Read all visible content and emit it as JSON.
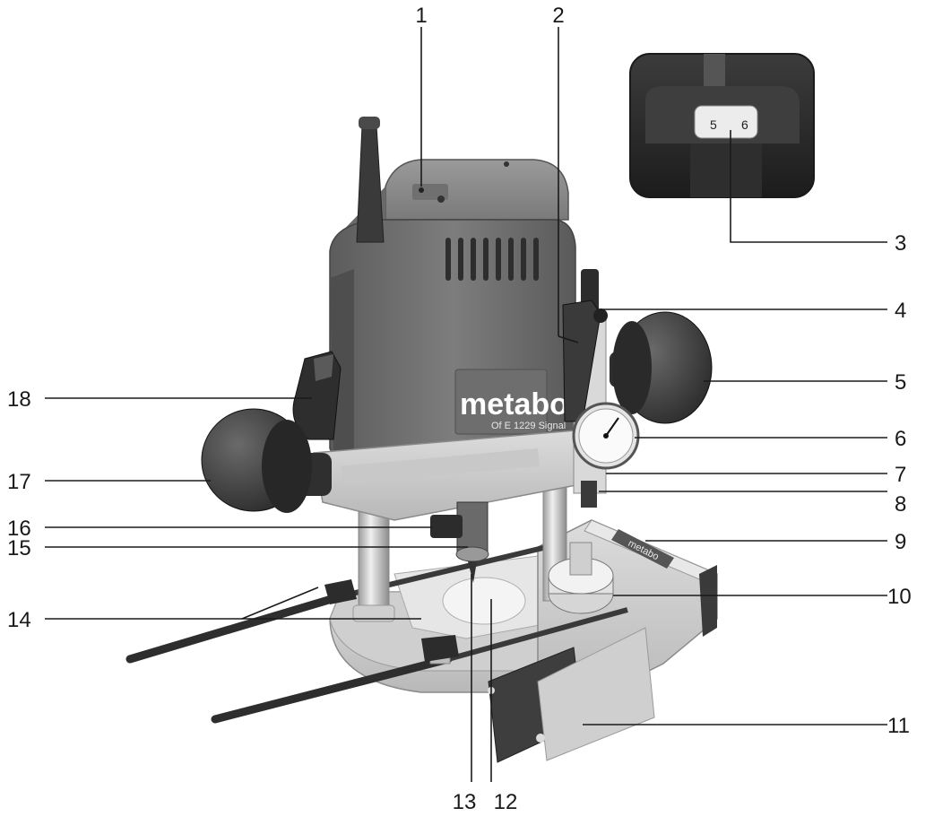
{
  "product": {
    "brand": "metabo",
    "model": "Of E 1229 Signal",
    "base_brand": "metabo"
  },
  "inset": {
    "dial_numbers": [
      "5",
      "6"
    ]
  },
  "callouts": [
    {
      "id": "1",
      "label": "1"
    },
    {
      "id": "2",
      "label": "2"
    },
    {
      "id": "3",
      "label": "3"
    },
    {
      "id": "4",
      "label": "4"
    },
    {
      "id": "5",
      "label": "5"
    },
    {
      "id": "6",
      "label": "6"
    },
    {
      "id": "7",
      "label": "7"
    },
    {
      "id": "8",
      "label": "8"
    },
    {
      "id": "9",
      "label": "9"
    },
    {
      "id": "10",
      "label": "10"
    },
    {
      "id": "11",
      "label": "11"
    },
    {
      "id": "12",
      "label": "12"
    },
    {
      "id": "13",
      "label": "13"
    },
    {
      "id": "14",
      "label": "14"
    },
    {
      "id": "15",
      "label": "15"
    },
    {
      "id": "16",
      "label": "16"
    },
    {
      "id": "17",
      "label": "17"
    },
    {
      "id": "18",
      "label": "18"
    }
  ]
}
